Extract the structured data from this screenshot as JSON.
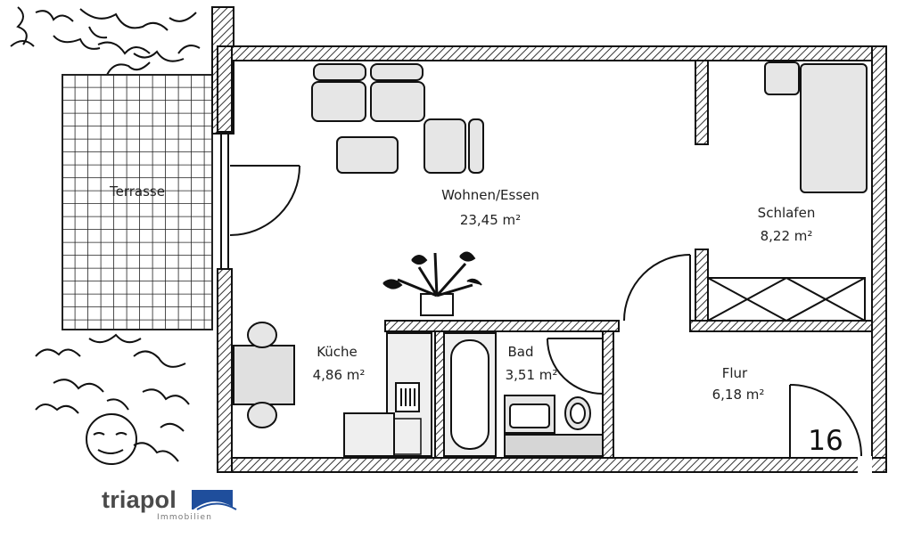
{
  "rooms": {
    "terrasse": {
      "name": "Terrasse"
    },
    "wohnen": {
      "name": "Wohnen/Essen",
      "area": "23,45 m²"
    },
    "schlafen": {
      "name": "Schlafen",
      "area": "8,22 m²"
    },
    "kueche": {
      "name": "Küche",
      "area": "4,86 m²"
    },
    "bad": {
      "name": "Bad",
      "area": "3,51 m²"
    },
    "flur": {
      "name": "Flur",
      "area": "6,18 m²"
    }
  },
  "unit_number": "16",
  "brand": {
    "name": "triapol",
    "sub": "Immobilien",
    "colors": {
      "text": "#4a4a4a",
      "accent": "#1f4e9c"
    }
  },
  "colors": {
    "wall": "#1a1a1a",
    "hatch": "#555555",
    "furniture": "#e6e6e6"
  }
}
